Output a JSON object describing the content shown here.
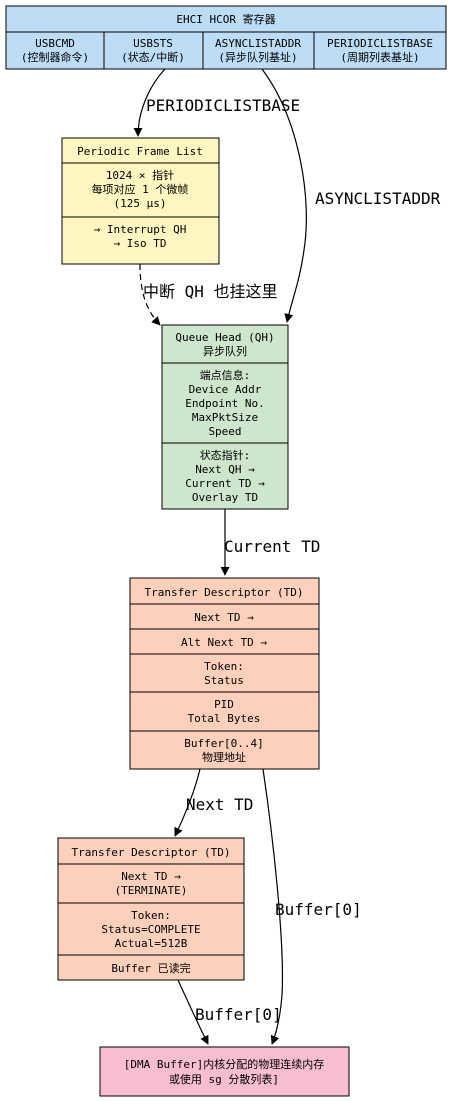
{
  "hcor": {
    "title": "EHCI HCOR 寄存器",
    "cells": [
      {
        "line1": "USBCMD",
        "line2": "(控制器命令)"
      },
      {
        "line1": "USBSTS",
        "line2": "(状态/中断)"
      },
      {
        "line1": "ASYNCLISTADDR",
        "line2": "(异步队列基址)"
      },
      {
        "line1": "PERIODICLISTBASE",
        "line2": "(周期列表基址)"
      }
    ]
  },
  "periodic": {
    "title": "Periodic Frame List",
    "body": [
      "1024 × 指针",
      "每项对应 1 个微帧",
      "(125 μs)"
    ],
    "ptrs": [
      "→ Interrupt QH",
      "→ Iso TD"
    ]
  },
  "qh": {
    "title": [
      "Queue Head (QH)",
      "异步队列"
    ],
    "endpoint": [
      "端点信息:",
      "Device Addr",
      "Endpoint No.",
      "MaxPktSize",
      "Speed"
    ],
    "status": [
      "状态指针:",
      "Next QH →",
      "Current TD →",
      "Overlay TD"
    ]
  },
  "td1": {
    "title": "Transfer Descriptor (TD)",
    "next": "Next TD →",
    "alt": "Alt Next TD →",
    "token": [
      "Token:",
      "Status"
    ],
    "pid": [
      "PID",
      "Total Bytes"
    ],
    "buffer": [
      "Buffer[0..4]",
      "物理地址"
    ]
  },
  "td2": {
    "title": "Transfer Descriptor (TD)",
    "next": [
      "Next TD →",
      "(TERMINATE)"
    ],
    "token": [
      "Token:",
      "Status=COMPLETE",
      "Actual=512B"
    ],
    "buffer": "Buffer 已读完"
  },
  "dma": [
    "[DMA Buffer]内核分配的物理连续内存",
    "或使用 sg 分散列表]"
  ],
  "edges": {
    "periodiclistbase": "PERIODICLISTBASE",
    "asynclistaddr": "ASYNCLISTADDR",
    "interrupt_qh": "中断 QH 也挂这里",
    "current_td": "Current TD",
    "next_td": "Next TD",
    "buffer0_right": "Buffer[0]",
    "buffer0_bottom": "Buffer[0]"
  },
  "colors": {
    "blue": "#bddcf5",
    "yellow": "#fff6c2",
    "green": "#cde6cc",
    "salmon": "#fdd0bc",
    "pink": "#f7bdd2"
  }
}
